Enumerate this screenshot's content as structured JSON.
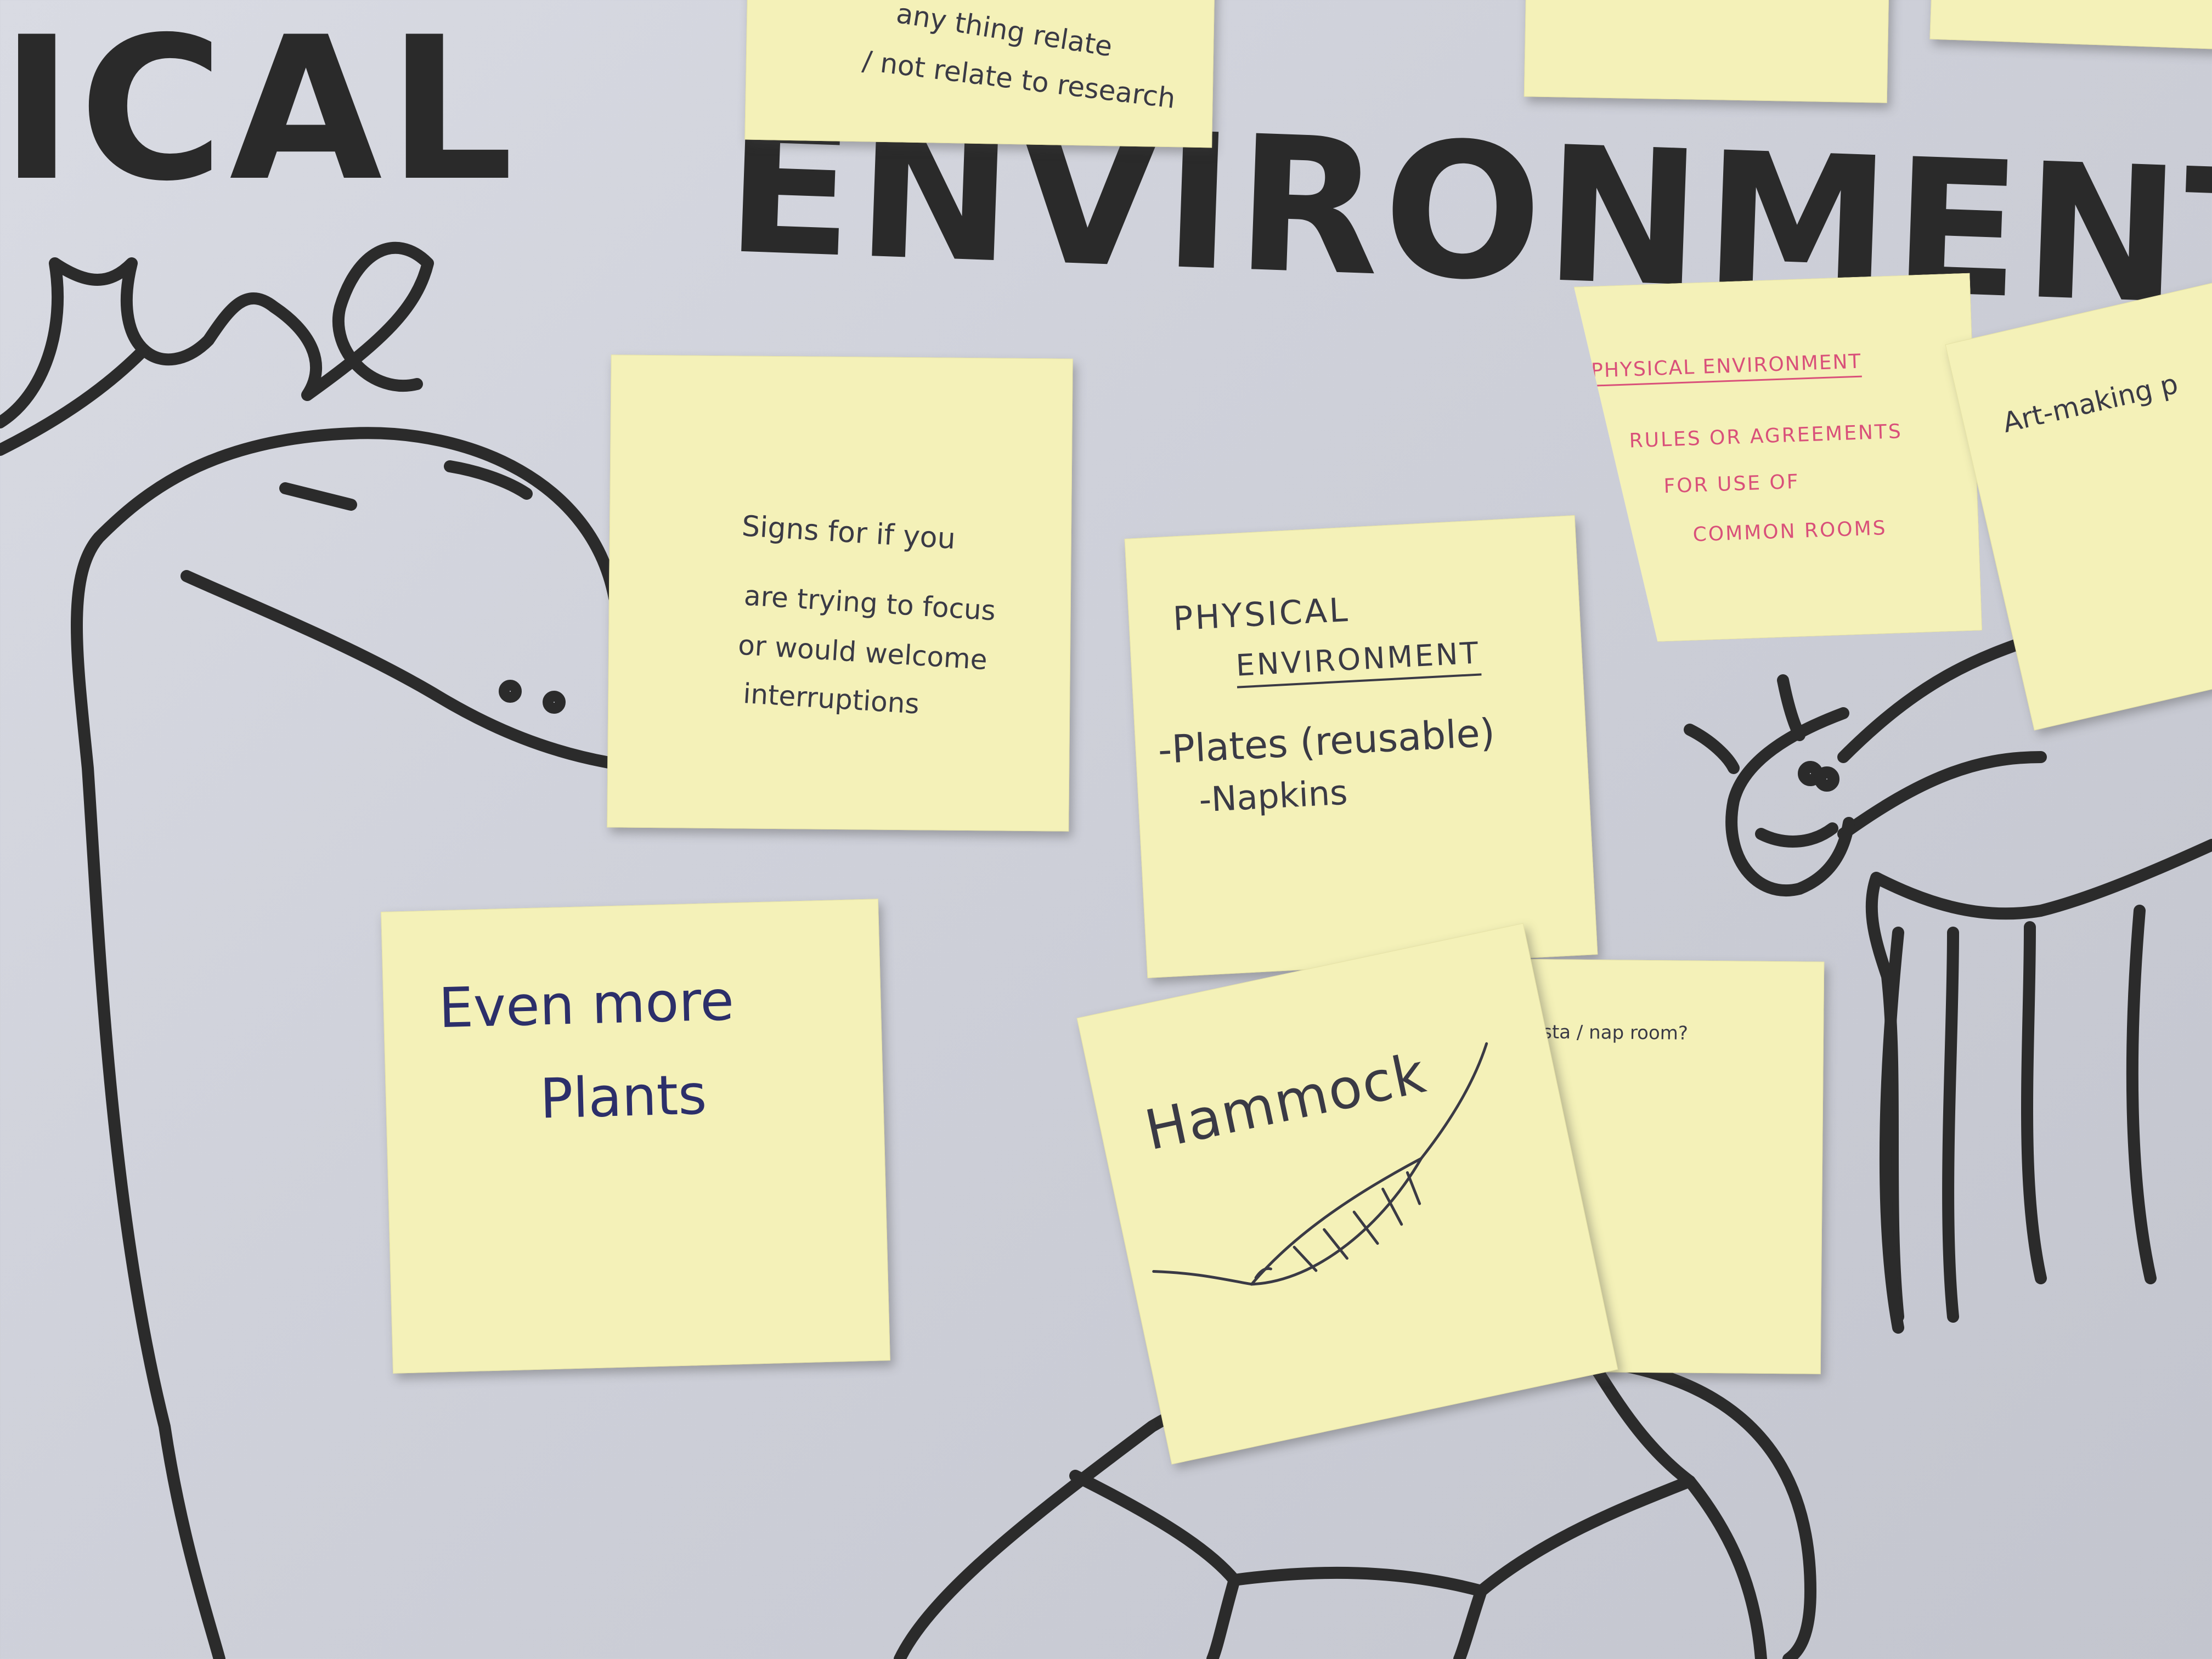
{
  "board": {
    "heading_left": "ICAL",
    "heading_right": "ENVIRONMENT",
    "ink_color": "#2a2a2a",
    "background_color": "#d4d6de"
  },
  "notes": {
    "top_partial": {
      "line1": "any thing relate",
      "line2": "/ not relate to research"
    },
    "signs": {
      "line1": "Signs for if you",
      "line2": "are trying to focus",
      "line3": "or would welcome",
      "line4": "interruptions"
    },
    "physical_plates": {
      "title1": "PHYSICAL",
      "title2": "ENVIRONMENT",
      "item1": "-Plates (reusable)",
      "item2": "-Napkins"
    },
    "rules": {
      "title": "PHYSICAL ENVIRONMENT",
      "line1": "RULES OR AGREEMENTS",
      "line2": "FOR USE OF",
      "line3": "COMMON ROOMS"
    },
    "art": {
      "text": "Art-making p"
    },
    "plants": {
      "line1": "Even more",
      "line2": "Plants"
    },
    "hammock": {
      "text": "Hammock"
    },
    "siesta": {
      "text": "siesta / nap room?"
    },
    "note_color": "#f4f1b8"
  }
}
